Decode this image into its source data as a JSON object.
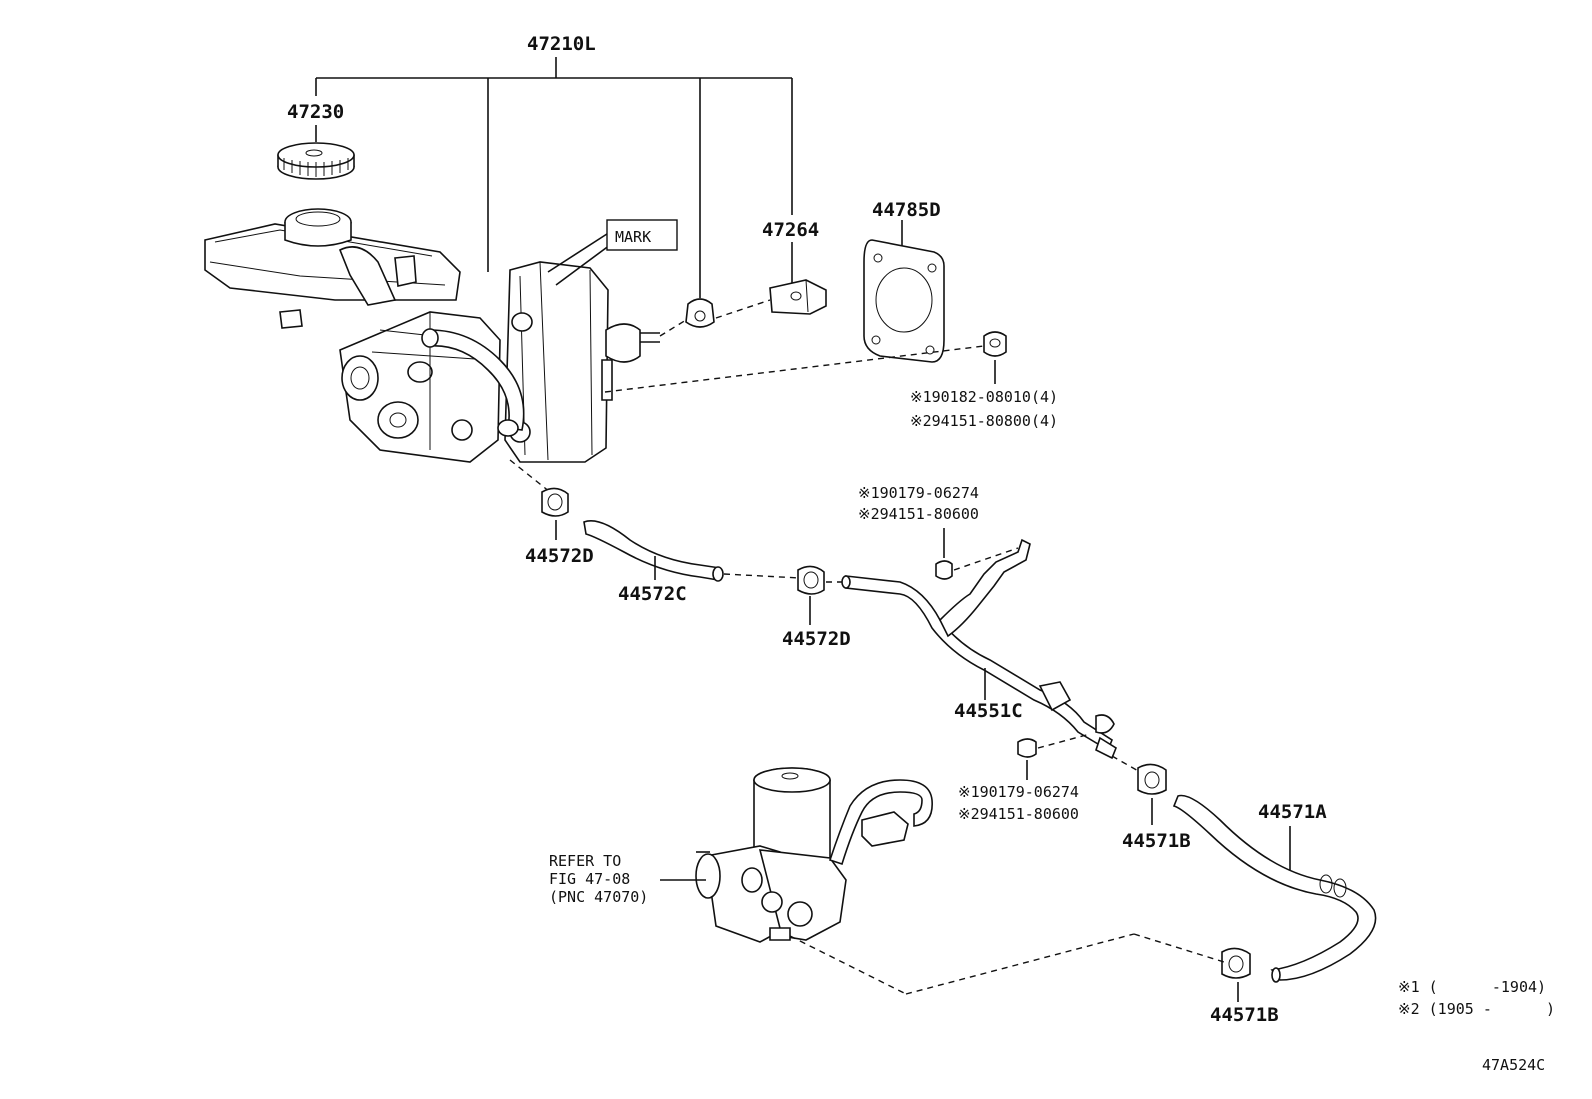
{
  "parts": {
    "p47210L": "47210L",
    "p47230": "47230",
    "p47264": "47264",
    "p44785D": "44785D",
    "p44572D_a": "44572D",
    "p44572C": "44572C",
    "p44572D_b": "44572D",
    "p44551C": "44551C",
    "p44571A": "44571A",
    "p44571B_a": "44571B",
    "p44571B_b": "44571B"
  },
  "mark_label": "MARK",
  "fasteners": {
    "nut_booster_1": "※190182-08010(4)",
    "nut_booster_2": "※294151-80800(4)",
    "bolt_top_1": "※190179-06274",
    "bolt_top_2": "※294151-80600",
    "bolt_bottom_1": "※190179-06274",
    "bolt_bottom_2": "※294151-80600"
  },
  "refer": {
    "line1": "REFER TO",
    "line2": "FIG 47-08",
    "line3": "(PNC 47070)"
  },
  "legend": {
    "row1": "※1 (      -1904)",
    "row2": "※2 (1905 -      )"
  },
  "figure_code": "47A524C"
}
